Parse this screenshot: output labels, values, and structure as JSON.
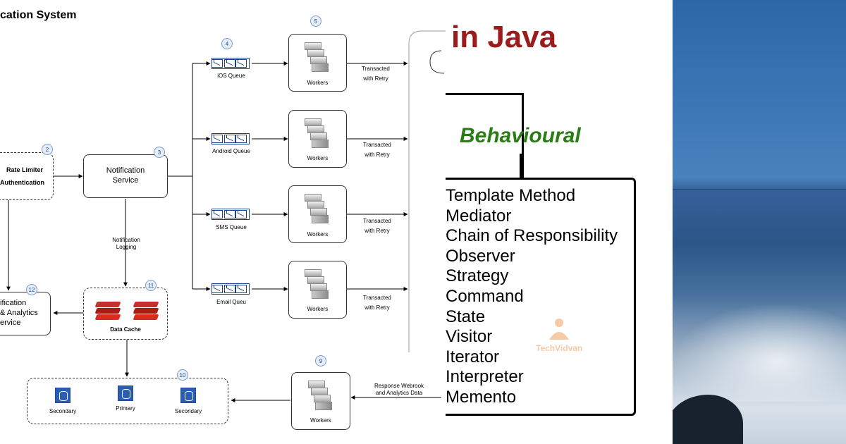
{
  "diagram": {
    "title": "cation System",
    "nodes": {
      "rate_limiter": {
        "line1": "Rate Limiter",
        "line2": "Authentication",
        "num": "2"
      },
      "notification_service": {
        "line1": "Notification",
        "line2": "Service",
        "num": "3"
      },
      "analytics_service": {
        "line1": "ification",
        "line2": "& Analytics",
        "line3": "ervice",
        "num": "12"
      },
      "data_cache": {
        "label": "Data Cache",
        "num": "11"
      },
      "database_group": {
        "num": "10",
        "db_labels": [
          "Secondary",
          "Primary",
          "Secondary"
        ]
      },
      "response_workers": {
        "label": "Workers",
        "num": "9"
      }
    },
    "queues": [
      {
        "label": "iOS Queue",
        "num": "4"
      },
      {
        "label": "Android Queue",
        "num": ""
      },
      {
        "label": "SMS Queue",
        "num": ""
      },
      {
        "label": "Email Queu",
        "num": ""
      }
    ],
    "workers": [
      {
        "label": "Workers",
        "num": "5"
      },
      {
        "label": "Workers",
        "num": ""
      },
      {
        "label": "Workers",
        "num": ""
      },
      {
        "label": "Workers",
        "num": ""
      }
    ],
    "edge_labels": {
      "transacted": "Transacted",
      "with_retry": "with Retry",
      "logging1": "Notification",
      "logging2": "Logging",
      "response1": "Response Webrook",
      "response2": "and Analytics Data"
    }
  },
  "overlay": {
    "title": "in Java",
    "category": "Behavioural",
    "patterns": [
      "Template Method",
      "Mediator",
      "Chain of Responsibility",
      "Observer",
      "Strategy",
      "Command",
      "State",
      "Visitor",
      "Iterator",
      "Interpreter",
      "Memento"
    ],
    "watermark": "TechVidvan"
  },
  "colors": {
    "title_red": "#9b1c1c",
    "behavioural_green": "#2a7d14",
    "queue_blue": "#1b3f8f",
    "redis_red": "#c6302b",
    "db_blue": "#2a5db5"
  }
}
